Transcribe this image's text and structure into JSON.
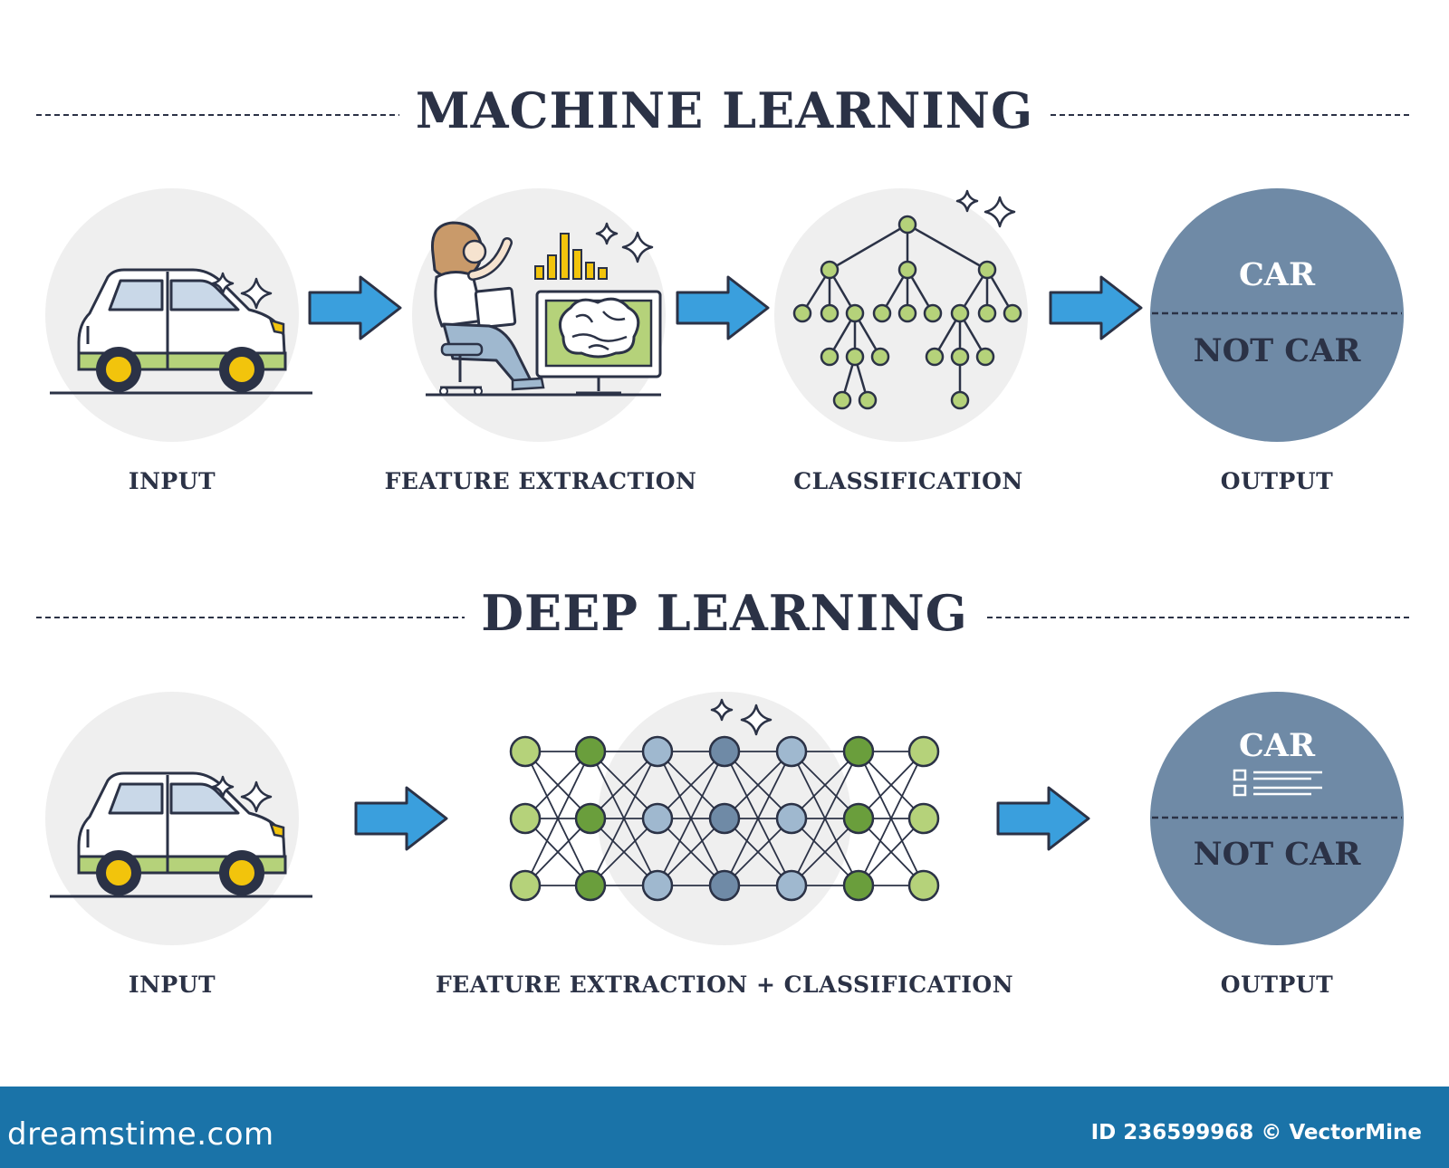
{
  "sections": {
    "ml": {
      "title": "MACHINE LEARNING",
      "steps": [
        "INPUT",
        "FEATURE EXTRACTION",
        "CLASSIFICATION",
        "OUTPUT"
      ],
      "output": {
        "positive": "CAR",
        "negative": "NOT CAR"
      }
    },
    "dl": {
      "title": "DEEP LEARNING",
      "steps": [
        "INPUT",
        "FEATURE EXTRACTION + CLASSIFICATION",
        "OUTPUT"
      ],
      "output": {
        "positive": "CAR",
        "negative": "NOT CAR"
      }
    }
  },
  "footer": {
    "brand": "dreamstime.com",
    "credit": "ID 236599968 © VectorMine"
  },
  "colors": {
    "ink": "#2b3246",
    "circle_bg": "#efefef",
    "output_circle": "#6f8aa6",
    "arrow": "#3a9fdd",
    "leaf_green": "#b5d27a",
    "dark_green": "#6a9e3c",
    "node_blue": "#9fb8cf",
    "footer": "#1a73a8"
  },
  "icons": [
    "car-icon",
    "worker-at-computer-icon",
    "brain-icon",
    "decision-tree-icon",
    "neural-network-icon",
    "sparkle-icon",
    "arrow-right-icon"
  ]
}
